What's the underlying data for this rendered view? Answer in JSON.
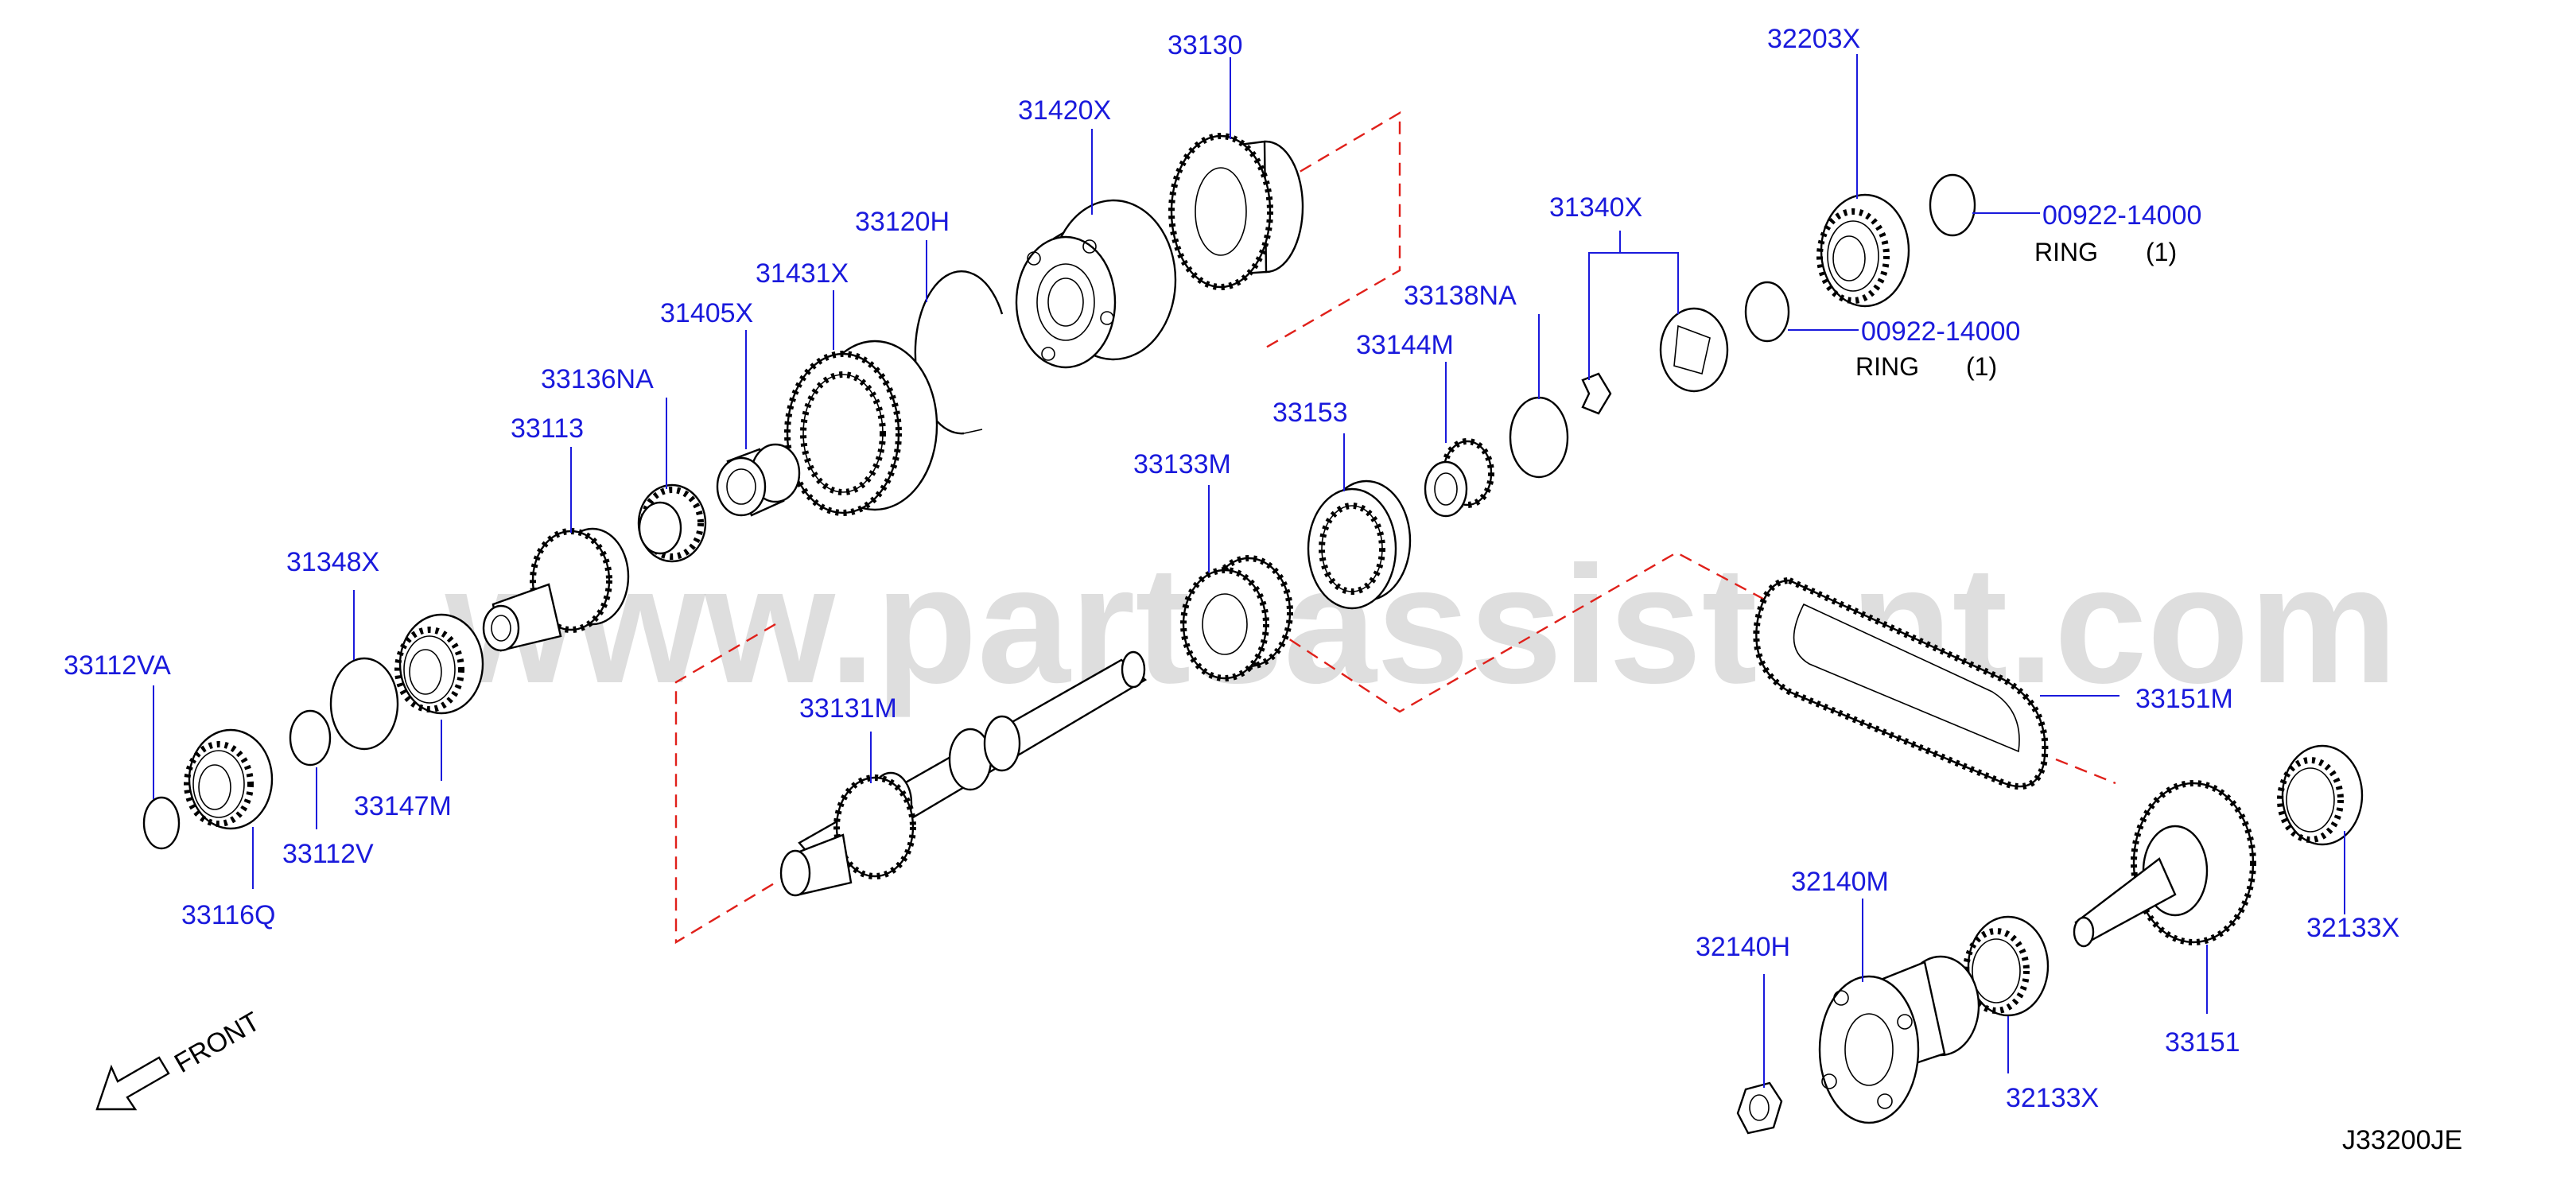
{
  "watermark": "www.partsassistant.com",
  "drawing_code": "J33200JE",
  "front_label": "FRONT",
  "parts": [
    {
      "id": "p1",
      "number": "33130"
    },
    {
      "id": "p2",
      "number": "31420X"
    },
    {
      "id": "p3",
      "number": "33120H"
    },
    {
      "id": "p4",
      "number": "31431X"
    },
    {
      "id": "p5",
      "number": "31405X"
    },
    {
      "id": "p6",
      "number": "33136NA"
    },
    {
      "id": "p7",
      "number": "33113"
    },
    {
      "id": "p8",
      "number": "31348X"
    },
    {
      "id": "p9",
      "number": "33112VA"
    },
    {
      "id": "p10",
      "number": "33147M"
    },
    {
      "id": "p11",
      "number": "33112V"
    },
    {
      "id": "p12",
      "number": "33116Q"
    },
    {
      "id": "p13",
      "number": "33131M"
    },
    {
      "id": "p14",
      "number": "33133M"
    },
    {
      "id": "p15",
      "number": "33153"
    },
    {
      "id": "p16",
      "number": "33144M"
    },
    {
      "id": "p17",
      "number": "33138NA"
    },
    {
      "id": "p18",
      "number": "31340X"
    },
    {
      "id": "p19",
      "number": "32203X"
    },
    {
      "id": "p20",
      "number": "00922-14000",
      "note_name": "RING",
      "note_qty": "(1)"
    },
    {
      "id": "p21",
      "number": "00922-14000",
      "note_name": "RING",
      "note_qty": "(1)"
    },
    {
      "id": "p22",
      "number": "33151M"
    },
    {
      "id": "p23",
      "number": "32133X"
    },
    {
      "id": "p24",
      "number": "32140M"
    },
    {
      "id": "p25",
      "number": "32140H"
    },
    {
      "id": "p26",
      "number": "33151"
    },
    {
      "id": "p27",
      "number": "32133X"
    }
  ]
}
